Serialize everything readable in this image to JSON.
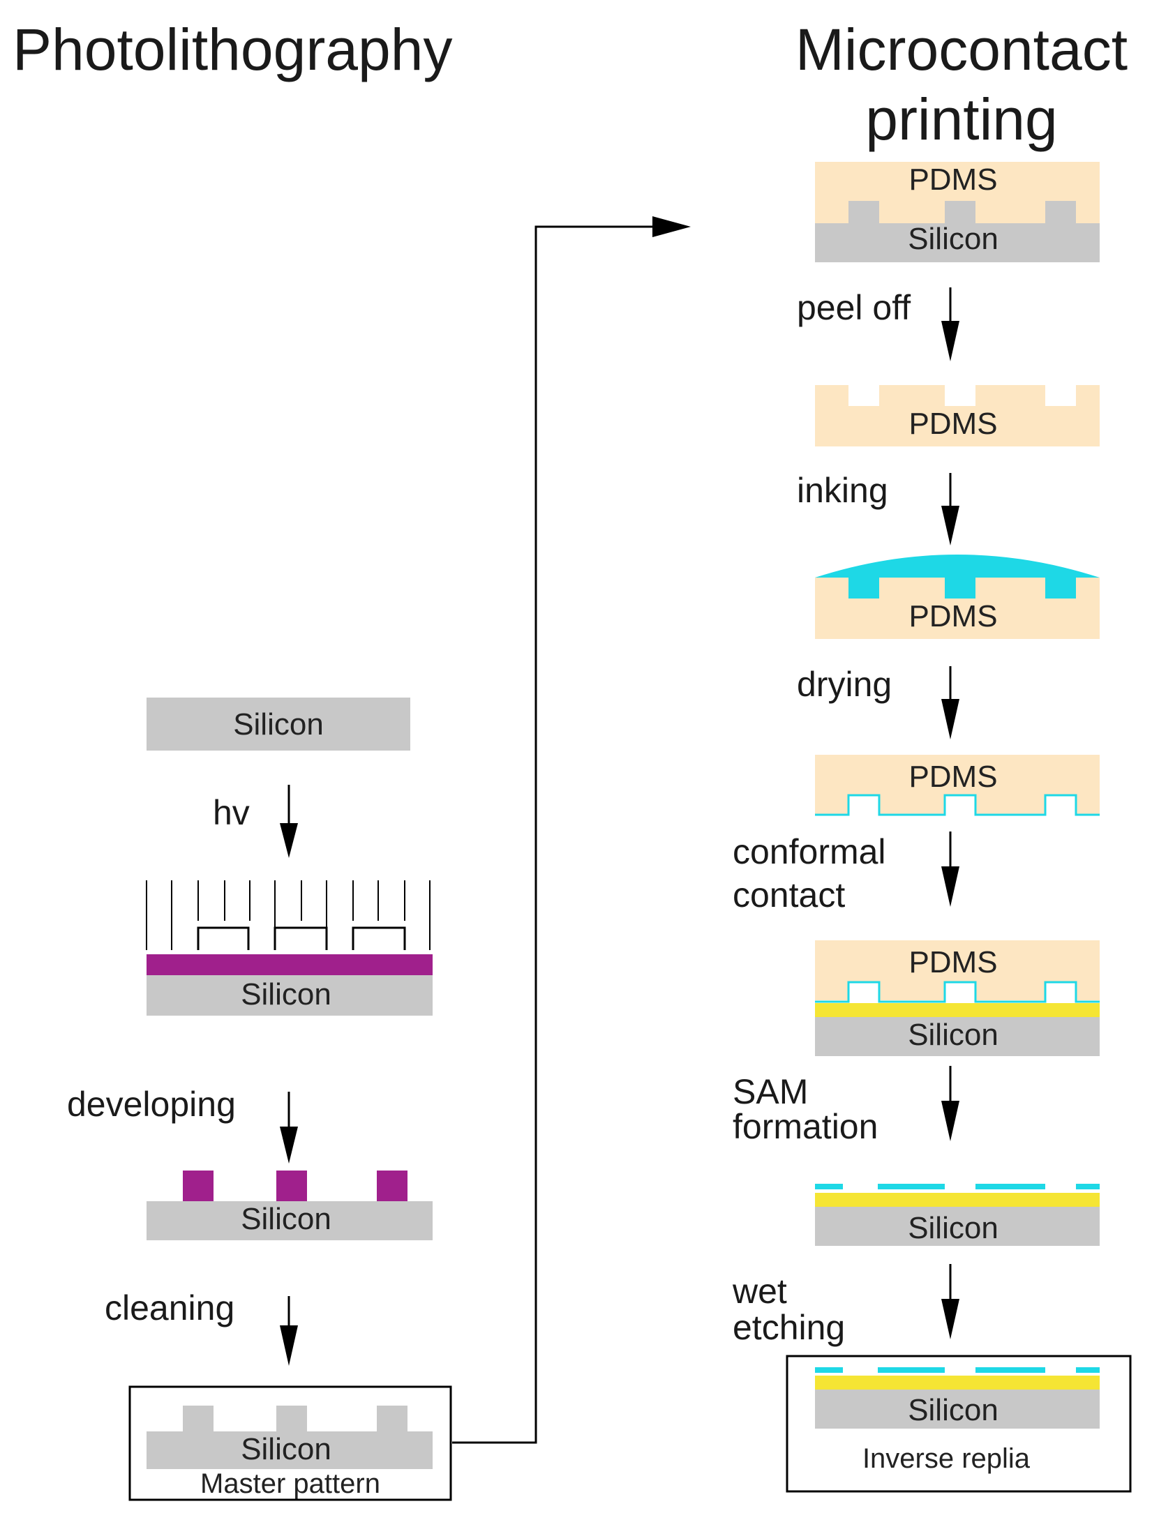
{
  "titles": {
    "left": "Photolithography",
    "right_line1": "Microcontact",
    "right_line2": "printing"
  },
  "photolithography": {
    "steps": {
      "hv": "hv",
      "developing": "developing",
      "cleaning": "cleaning"
    },
    "labels": {
      "silicon": "Silicon",
      "master_pattern": "Master pattern"
    }
  },
  "microcontact": {
    "steps": {
      "peel_off": "peel off",
      "inking": "inking",
      "drying": "drying",
      "conformal_1": "conformal",
      "conformal_2": "contact",
      "sam_1": "SAM",
      "sam_2": "formation",
      "wet_1": "wet",
      "wet_2": "etching"
    },
    "labels": {
      "pdms": "PDMS",
      "silicon": "Silicon",
      "inverse_replica": "Inverse replia"
    }
  },
  "colors": {
    "silicon": "#c8c8c8",
    "pdms": "#fde6c2",
    "photoresist": "#a0208c",
    "ink": "#1ed8e6",
    "gold": "#f5e534"
  }
}
